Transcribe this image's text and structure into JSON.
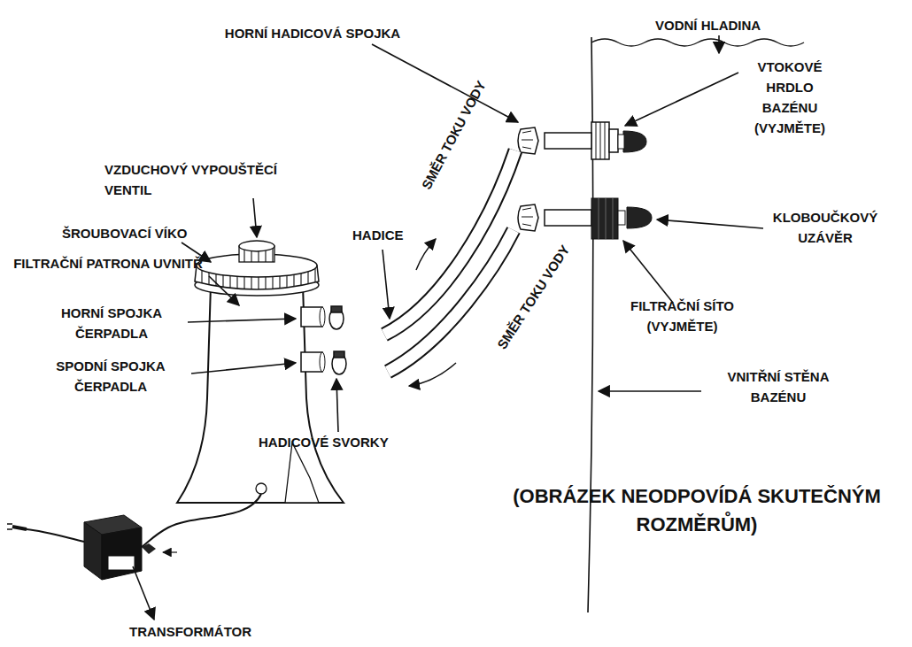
{
  "diagram": {
    "labels": [
      "HORNÍ HADICOVÁ SPOJKA",
      "VODNÍ HLADINA",
      "VTOKOVÉ HRDLO BAZÉNU (VYJMĚTE)",
      "VZDUCHOVÝ VYPOUŠTĚCÍ VENTIL",
      "SMĚR TOKU VODY",
      "ŠROUBOVACÍ VÍKO",
      "HADICE",
      "KLOBOUČKOVÝ UZÁVĚR",
      "FILTRAČNÍ PATRONA UVNITŘ",
      "SMĚR TOKU VODY",
      "HORNÍ SPOJKA ČERPADLA",
      "FILTRAČNÍ SÍTO (VYJMĚTE)",
      "SPODNÍ SPOJKA ČERPADLA",
      "VNITŘNÍ STĚNA BAZÉNU",
      "HADICOVÉ SVORKY",
      "(OBRÁZEK NEODPOVÍDÁ SKUTEČNÝM ROZMĚRŮM)",
      "TRANSFORMÁTOR"
    ]
  }
}
